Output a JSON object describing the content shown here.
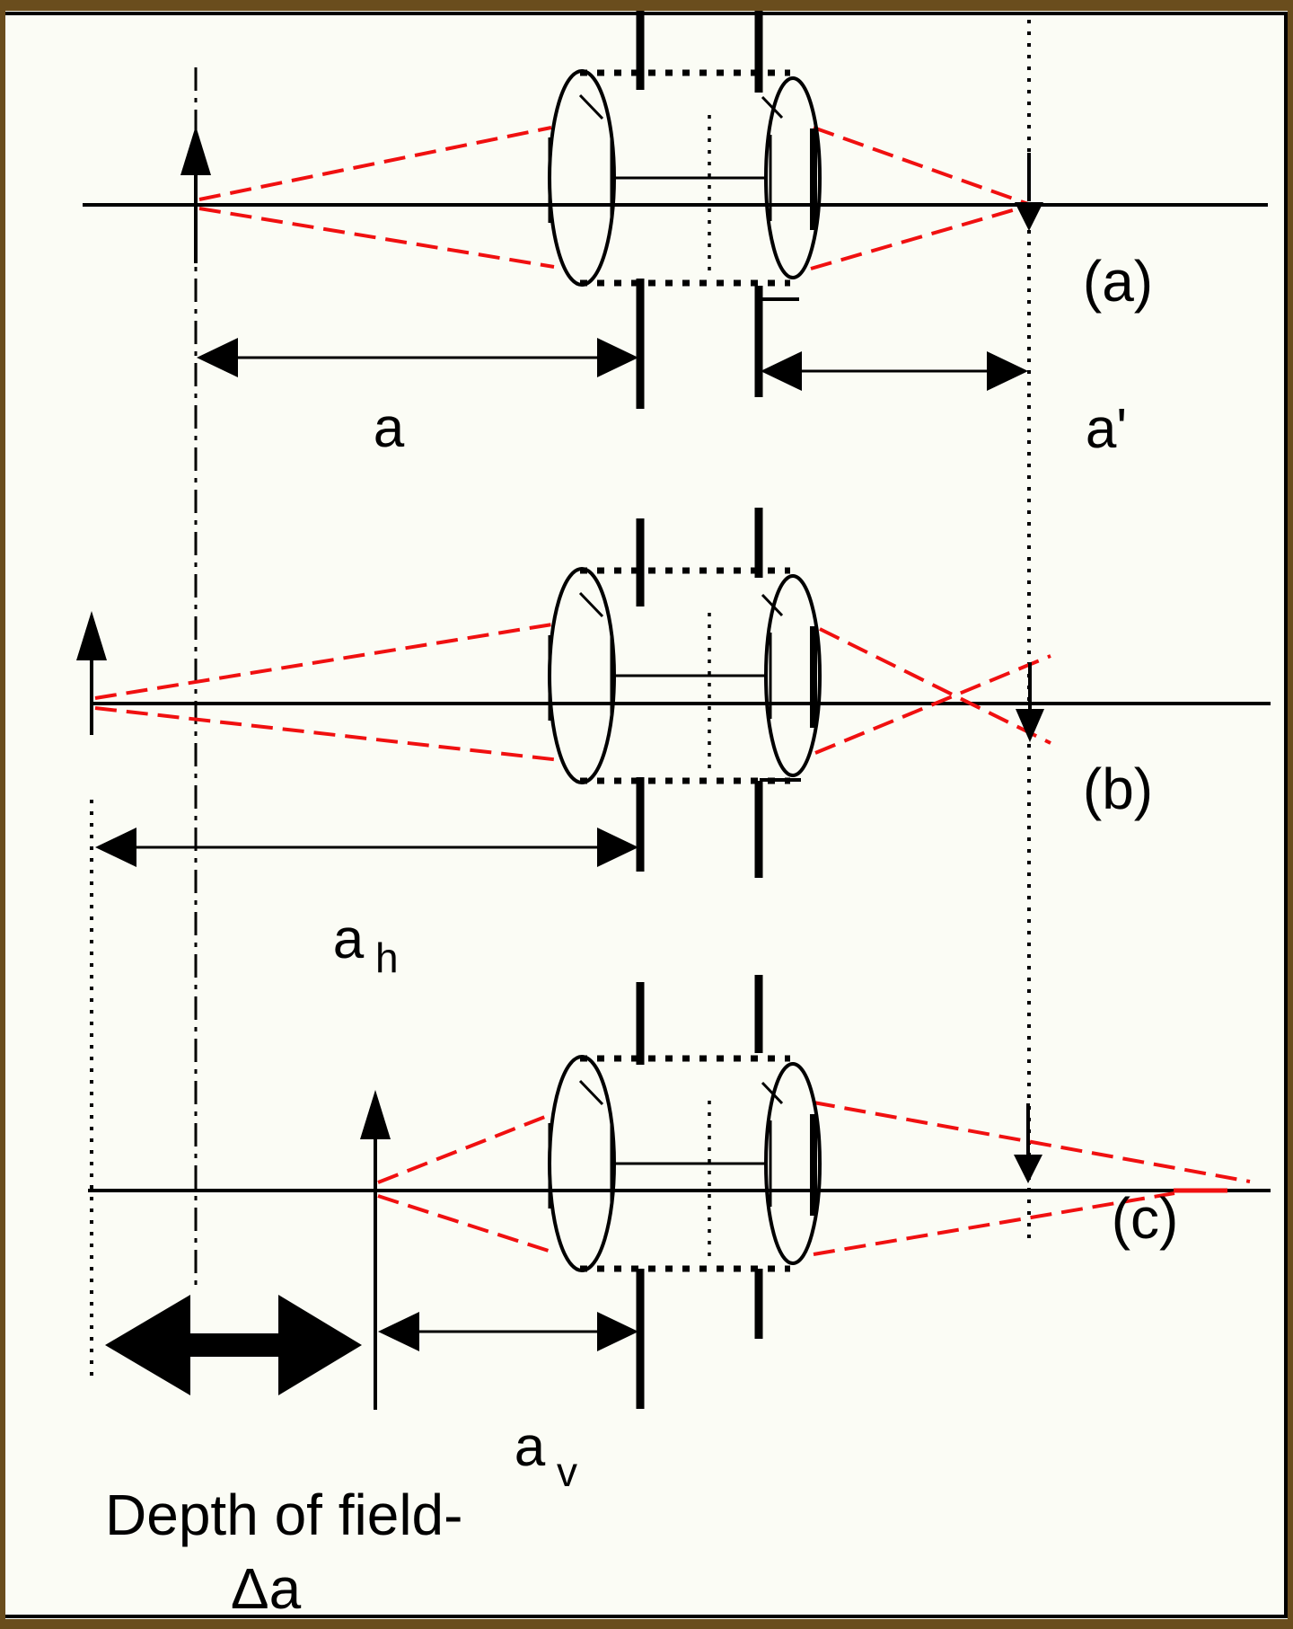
{
  "colors": {
    "background": "#fbfcf5",
    "frame_brown": "#6a4d1d",
    "ink": "#000000",
    "ray_red": "#f01010"
  },
  "labels": {
    "panel_a": "(a)",
    "panel_b": "(b)",
    "panel_c": "(c)",
    "object_distance_a": "a",
    "image_distance_a_prime": "a'",
    "far_limit_base": "a",
    "far_limit_sub": "h",
    "near_limit_base": "a",
    "near_limit_sub": "v",
    "caption_line1": "Depth of field-",
    "caption_line2": "Δa"
  }
}
